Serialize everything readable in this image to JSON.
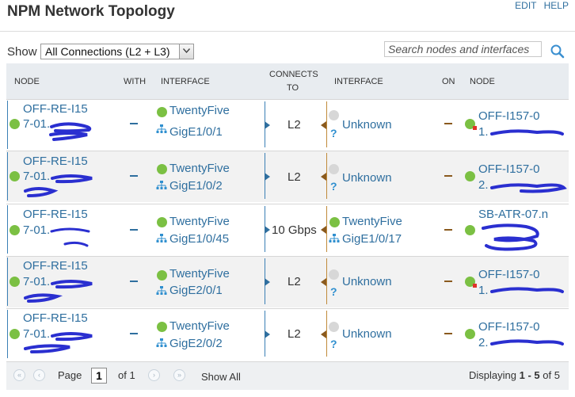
{
  "header": {
    "title": "NPM Network Topology",
    "edit_label": "EDIT",
    "help_label": "HELP"
  },
  "filter": {
    "show_label": "Show",
    "selected": "All Connections (L2 + L3)"
  },
  "search": {
    "placeholder": "Search nodes and interfaces"
  },
  "columns": {
    "node": "NODE",
    "with": "WITH",
    "interface": "INTERFACE",
    "connects_to_1": "CONNECTS",
    "connects_to_2": "TO",
    "interface2": "INTERFACE",
    "on": "ON",
    "node2": "NODE"
  },
  "rows": [
    {
      "node_line1": "OFF-RE-I15",
      "node_line2": "7-01.",
      "node_line3": "",
      "iface_line1": "TwentyFive",
      "iface_line2": "GigE1/0/1",
      "connects": "L2",
      "remote_iface_line1": "Unknown",
      "remote_iface_line2": "",
      "remote_node_line1": "OFF-I157-0",
      "remote_node_line2": "1.",
      "node_status": "up",
      "remote_status": "up-warning"
    },
    {
      "node_line1": "OFF-RE-I15",
      "node_line2": "7-01.",
      "node_line3": "",
      "iface_line1": "TwentyFive",
      "iface_line2": "GigE1/0/2",
      "connects": "L2",
      "remote_iface_line1": "Unknown",
      "remote_iface_line2": "",
      "remote_node_line1": "OFF-I157-0",
      "remote_node_line2": "2.",
      "node_status": "up",
      "remote_status": "up"
    },
    {
      "node_line1": "OFF-RE-I15",
      "node_line2": "7-01.",
      "node_line3": "",
      "iface_line1": "TwentyFive",
      "iface_line2": "GigE1/0/45",
      "connects": "10 Gbps",
      "remote_iface_line1": "TwentyFive",
      "remote_iface_line2": "GigE1/0/17",
      "remote_node_line1": "SB-ATR-07.n",
      "remote_node_line2": "",
      "node_status": "up",
      "remote_status": "up"
    },
    {
      "node_line1": "OFF-RE-I15",
      "node_line2": "7-01.",
      "node_line3": "",
      "iface_line1": "TwentyFive",
      "iface_line2": "GigE2/0/1",
      "connects": "L2",
      "remote_iface_line1": "Unknown",
      "remote_iface_line2": "",
      "remote_node_line1": "OFF-I157-0",
      "remote_node_line2": "1.",
      "node_status": "up",
      "remote_status": "up-warning"
    },
    {
      "node_line1": "OFF-RE-I15",
      "node_line2": "7-01.",
      "node_line3": "",
      "iface_line1": "TwentyFive",
      "iface_line2": "GigE2/0/2",
      "connects": "L2",
      "remote_iface_line1": "Unknown",
      "remote_iface_line2": "",
      "remote_node_line1": "OFF-I157-0",
      "remote_node_line2": "2.",
      "node_status": "up",
      "remote_status": "up"
    }
  ],
  "pagination": {
    "page_label": "Page",
    "current_page": "1",
    "of_label": "of 1",
    "show_all": "Show All",
    "displaying_prefix": "Displaying",
    "displaying_range": "1 - 5",
    "displaying_suffix": "of 5"
  },
  "colors": {
    "link": "#2f6f9f",
    "status_up": "#7bc043",
    "status_unknown": "#d7d7d7",
    "warning": "#e0332a",
    "redaction": "#2a2fd0"
  },
  "icons": {
    "search": "search-icon",
    "interface": "interface-icon",
    "unknown": "question-icon"
  }
}
